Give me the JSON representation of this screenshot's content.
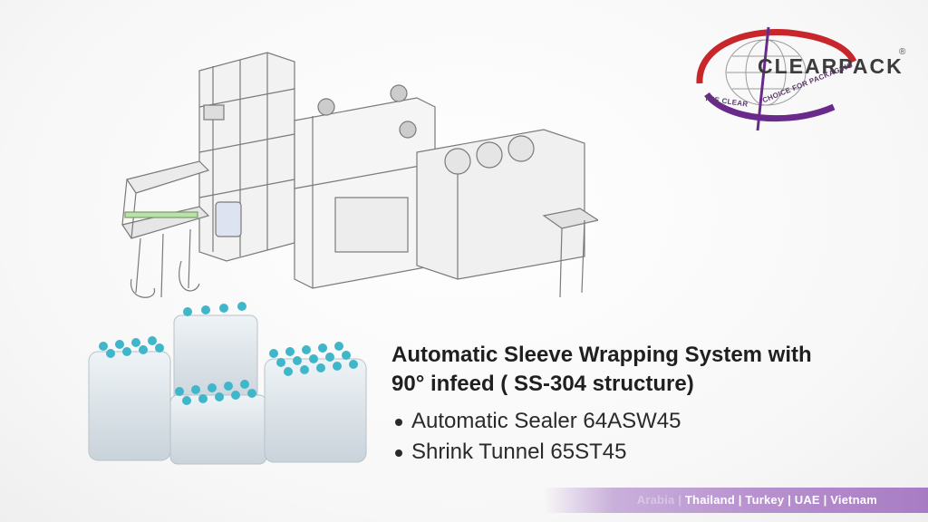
{
  "logo": {
    "wordmark": "CLEARPACK",
    "registered": "®",
    "tagline_left": "THE CLEAR",
    "tagline_right": "CHOICE FOR PACKAGING",
    "colors": {
      "red": "#c8262b",
      "purple": "#6a2a8c"
    }
  },
  "headline": {
    "line1": "Automatic Sleeve Wrapping System with",
    "line2": "90° infeed ( SS-304 structure)"
  },
  "bullets": [
    "Automatic Sealer 64ASW45",
    "Shrink Tunnel 65ST45"
  ],
  "banner": {
    "text_faded": "Arabia | ",
    "text": "Thailand | Turkey | UAE | Vietnam",
    "color": "#b892cf"
  },
  "icons": {
    "machine": "machine-drawing-icon",
    "bottles": "bottle-packs-icon",
    "logo": "clearpack-globe-icon"
  }
}
